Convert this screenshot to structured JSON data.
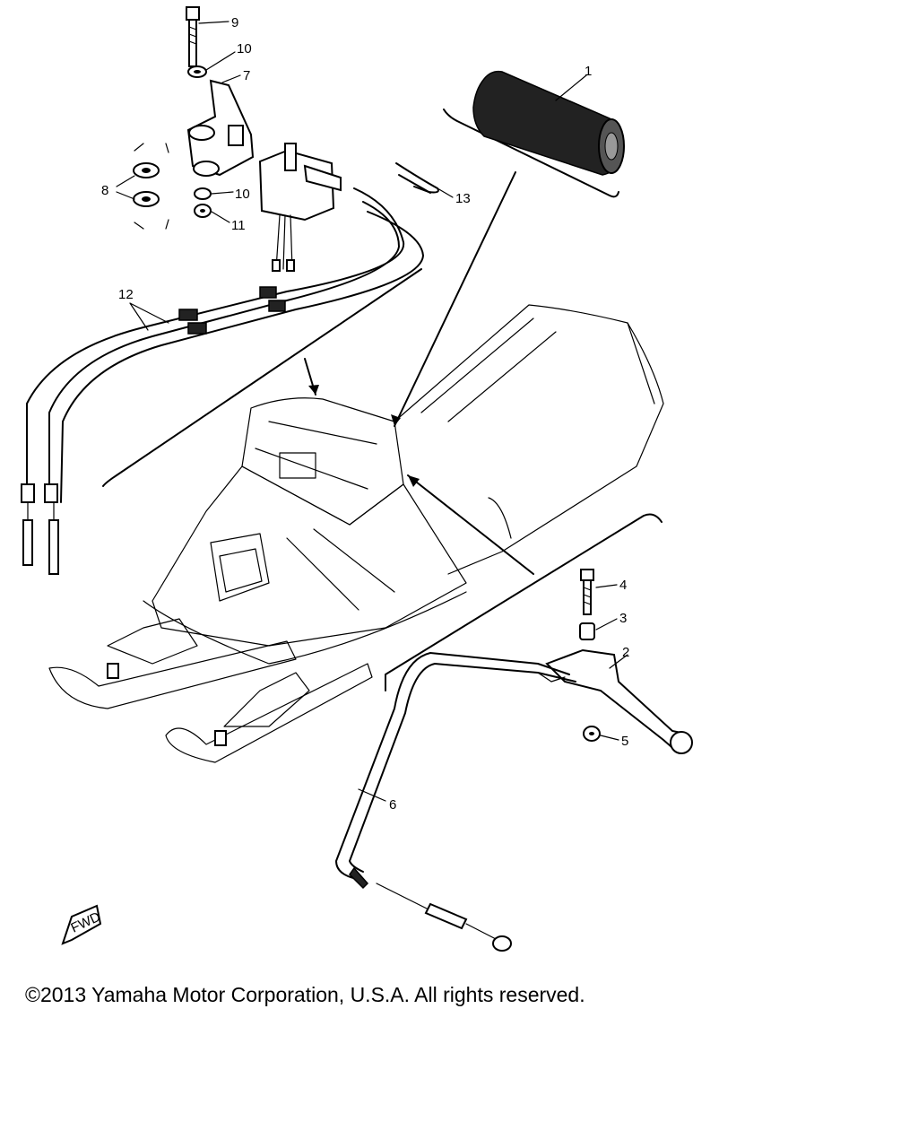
{
  "callouts": [
    {
      "id": "1",
      "text": "1"
    },
    {
      "id": "2",
      "text": "2"
    },
    {
      "id": "3",
      "text": "3"
    },
    {
      "id": "4",
      "text": "4"
    },
    {
      "id": "5",
      "text": "5"
    },
    {
      "id": "6",
      "text": "6"
    },
    {
      "id": "7",
      "text": "7"
    },
    {
      "id": "8",
      "text": "8"
    },
    {
      "id": "9",
      "text": "9"
    },
    {
      "id": "10a",
      "text": "10"
    },
    {
      "id": "10b",
      "text": "10"
    },
    {
      "id": "11",
      "text": "11"
    },
    {
      "id": "12",
      "text": "12"
    },
    {
      "id": "13",
      "text": "13"
    }
  ],
  "fwd_label": "FWD",
  "copyright": "©2013 Yamaha Motor Corporation, U.S.A. All rights reserved."
}
